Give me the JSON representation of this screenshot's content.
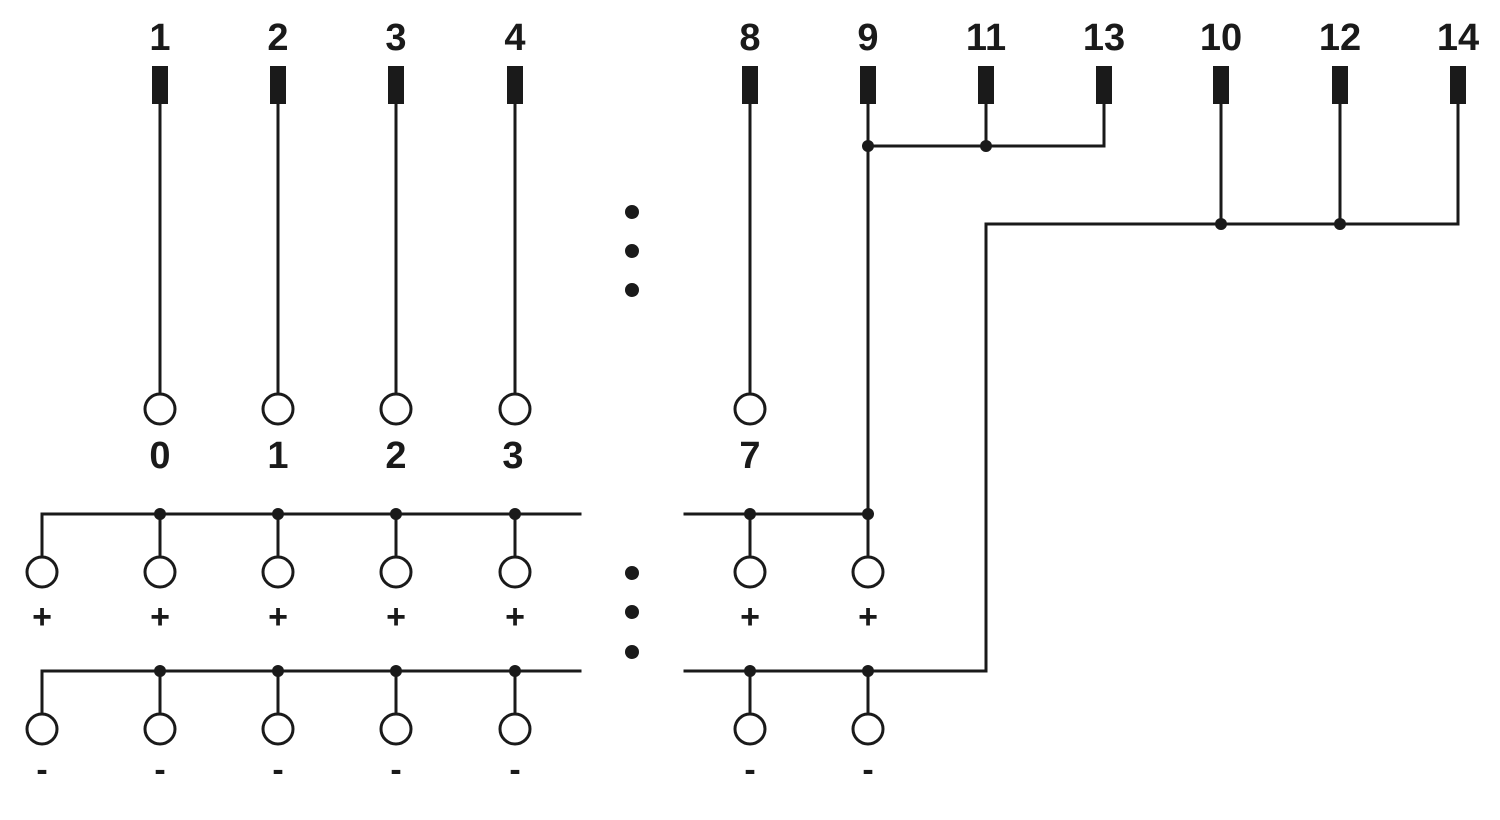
{
  "top_pins": [
    "1",
    "2",
    "3",
    "4",
    "8",
    "9",
    "11",
    "13",
    "10",
    "12",
    "14"
  ],
  "channel_labels": [
    "0",
    "1",
    "2",
    "3",
    "7"
  ],
  "plus_signs": [
    "+",
    "+",
    "+",
    "+",
    "+",
    "+",
    "+"
  ],
  "minus_signs": [
    "-",
    "-",
    "-",
    "-",
    "-",
    "-",
    "-"
  ],
  "continuation_marker": "vertical-ellipsis",
  "colors": {
    "line": "#1a1a1a",
    "background": "#ffffff"
  }
}
